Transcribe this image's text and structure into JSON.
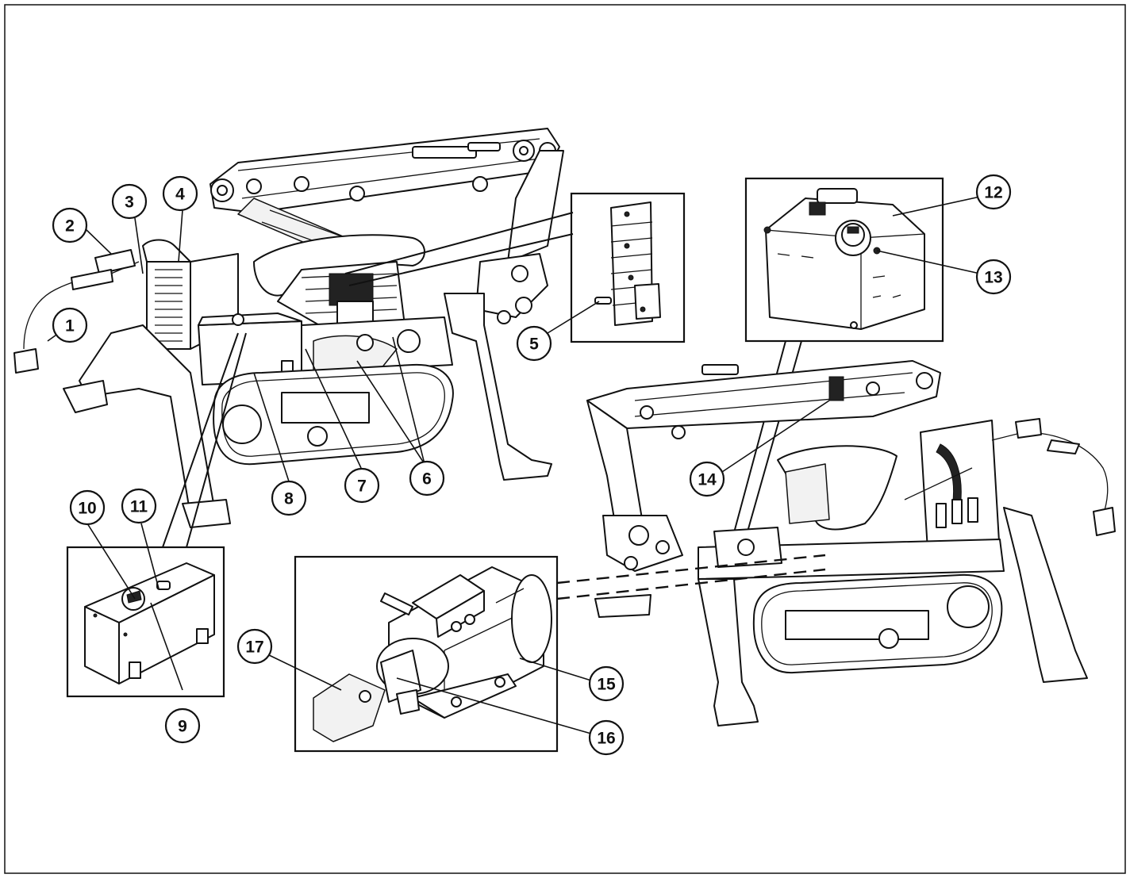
{
  "diagram": {
    "callouts": [
      {
        "id": "c1",
        "label": "1"
      },
      {
        "id": "c2",
        "label": "2"
      },
      {
        "id": "c3",
        "label": "3"
      },
      {
        "id": "c4",
        "label": "4"
      },
      {
        "id": "c5",
        "label": "5"
      },
      {
        "id": "c6",
        "label": "6"
      },
      {
        "id": "c7",
        "label": "7"
      },
      {
        "id": "c8",
        "label": "8"
      },
      {
        "id": "c9",
        "label": "9"
      },
      {
        "id": "c10",
        "label": "10"
      },
      {
        "id": "c11",
        "label": "11"
      },
      {
        "id": "c12",
        "label": "12"
      },
      {
        "id": "c13",
        "label": "13"
      },
      {
        "id": "c14",
        "label": "14"
      },
      {
        "id": "c15",
        "label": "15"
      },
      {
        "id": "c16",
        "label": "16"
      },
      {
        "id": "c17",
        "label": "17"
      }
    ],
    "colors": {
      "ink": "#111111",
      "paper": "#ffffff",
      "shade": "#f2f2f2"
    }
  }
}
